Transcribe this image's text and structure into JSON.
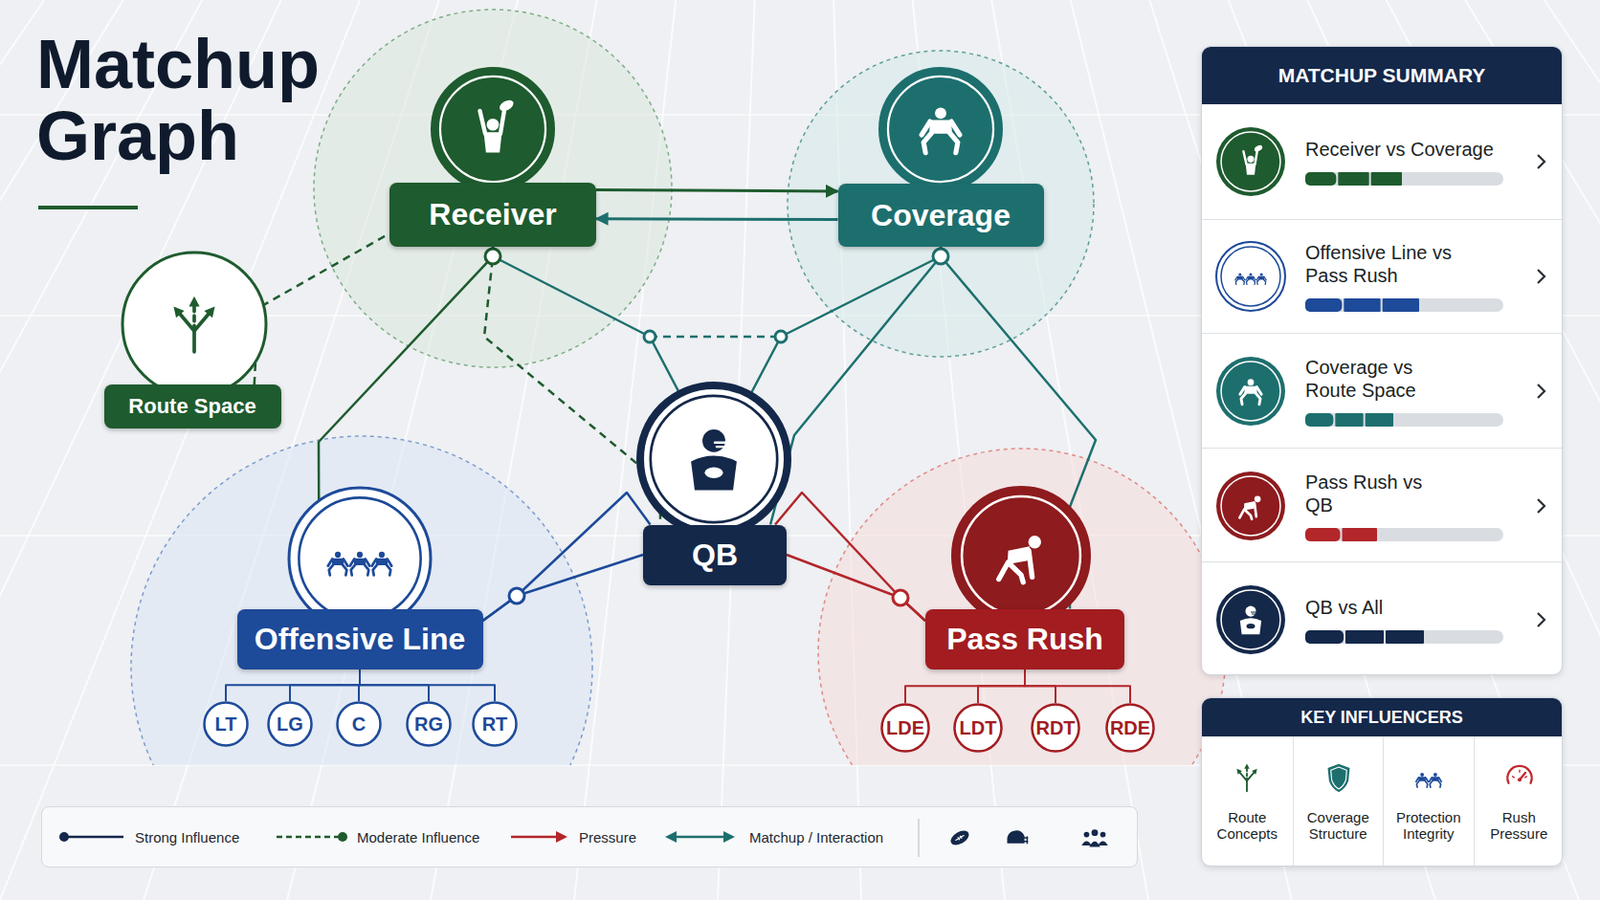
{
  "diagram": {
    "title": "Matchup Graph",
    "nodes": [
      {
        "text": [
          "Receiver"
        ]
      },
      {
        "text": [
          "Coverage"
        ]
      },
      {
        "text": [
          "Route Space"
        ]
      },
      {
        "text": [
          "QB"
        ]
      },
      {
        "text": [
          "Offensive Line"
        ]
      },
      {
        "text": [
          "LT"
        ]
      },
      {
        "text": [
          "LG"
        ]
      },
      {
        "text": [
          "C"
        ]
      },
      {
        "text": [
          "RG"
        ]
      },
      {
        "text": [
          "RT"
        ]
      },
      {
        "text": [
          "Pass Rush"
        ]
      },
      {
        "text": [
          "LDE"
        ]
      },
      {
        "text": [
          "LDT"
        ]
      },
      {
        "text": [
          "RDT"
        ]
      },
      {
        "text": [
          "RDE"
        ]
      },
      {
        "text": [
          "MATCHUP SUMMARY"
        ]
      },
      {
        "text": [
          "Receiver vs Coverage"
        ],
        "in": 15
      },
      {
        "text": [
          "Offensive Line vs Pass Rush"
        ],
        "in": 15
      },
      {
        "text": [
          "Coverage vs Route Space"
        ],
        "in": 15
      },
      {
        "text": [
          "Pass Rush vs QB"
        ],
        "in": 15
      },
      {
        "text": [
          "QB vs All"
        ],
        "in": 15
      },
      {
        "text": [
          "KEY INFLUENCERS"
        ]
      },
      {
        "text": [
          "Route Concepts"
        ],
        "in": 21
      },
      {
        "text": [
          "Coverage Structure"
        ],
        "in": 21
      },
      {
        "text": [
          "Protection Integrity"
        ],
        "in": 21
      },
      {
        "text": [
          "Rush Pressure"
        ],
        "in": 21
      }
    ],
    "edges": [
      {
        "from": 0,
        "to": 1,
        "arrow": "to"
      },
      {
        "from": 1,
        "to": 0,
        "arrow": "to"
      },
      {
        "from": 2,
        "to": 0,
        "arrow": "none"
      },
      {
        "from": 0,
        "to": 4,
        "arrow": "none"
      },
      {
        "from": 0,
        "to": 3,
        "arrow": "none"
      },
      {
        "from": 0,
        "to": 3,
        "arrow": "none"
      },
      {
        "from": 1,
        "to": 3,
        "arrow": "none"
      },
      {
        "from": 1,
        "to": 3,
        "arrow": "none"
      },
      {
        "from": 1,
        "to": 10,
        "arrow": "none"
      },
      {
        "from": 3,
        "to": 4,
        "arrow": "none"
      },
      {
        "from": 3,
        "to": 4,
        "arrow": "none"
      },
      {
        "from": 3,
        "to": 10,
        "arrow": "none"
      },
      {
        "from": 3,
        "to": 10,
        "arrow": "none"
      },
      {
        "from": 4,
        "to": 5,
        "arrow": "none"
      },
      {
        "from": 4,
        "to": 6,
        "arrow": "none"
      },
      {
        "from": 4,
        "to": 7,
        "arrow": "none"
      },
      {
        "from": 4,
        "to": 8,
        "arrow": "none"
      },
      {
        "from": 4,
        "to": 9,
        "arrow": "none"
      },
      {
        "from": 10,
        "to": 11,
        "arrow": "none"
      },
      {
        "from": 10,
        "to": 12,
        "arrow": "none"
      },
      {
        "from": 10,
        "to": 13,
        "arrow": "none"
      },
      {
        "from": 10,
        "to": 14,
        "arrow": "none"
      }
    ],
    "legend": [
      {
        "text": "Strong Influence"
      },
      {
        "text": "Moderate Influence"
      },
      {
        "text": "Pressure"
      },
      {
        "text": "Matchup / Interaction"
      }
    ]
  }
}
